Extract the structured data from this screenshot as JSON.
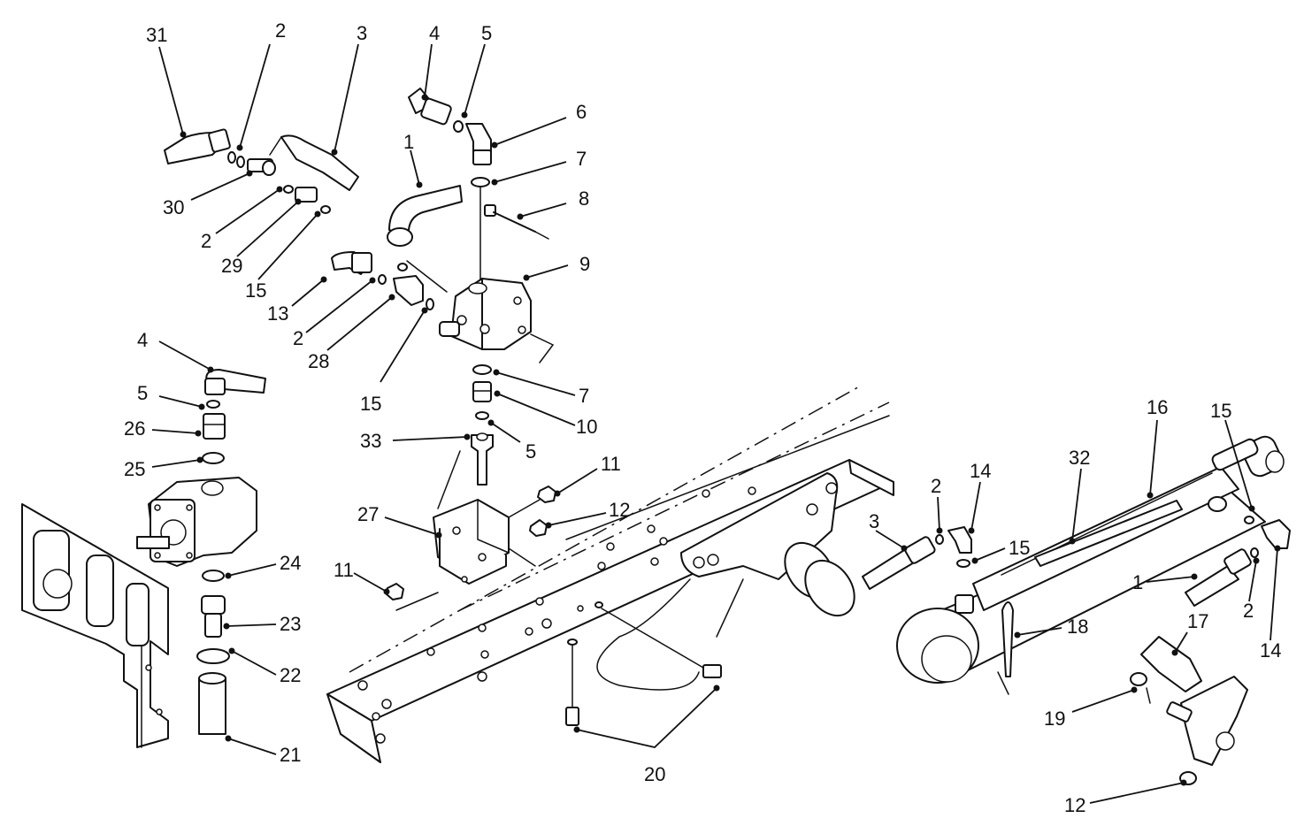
{
  "callouts": [
    "31",
    "2",
    "3",
    "4",
    "5",
    "6",
    "7",
    "8",
    "1",
    "9",
    "30",
    "2",
    "29",
    "15",
    "13",
    "2",
    "28",
    "15",
    "4",
    "5",
    "26",
    "25",
    "24",
    "23",
    "22",
    "21",
    "7",
    "10",
    "33",
    "5",
    "11",
    "12",
    "27",
    "11",
    "20",
    "3",
    "2",
    "14",
    "15",
    "32",
    "16",
    "15",
    "1",
    "2",
    "14",
    "18",
    "17",
    "19",
    "12"
  ],
  "colors": {
    "ink": "#111111",
    "paper": "#ffffff"
  }
}
